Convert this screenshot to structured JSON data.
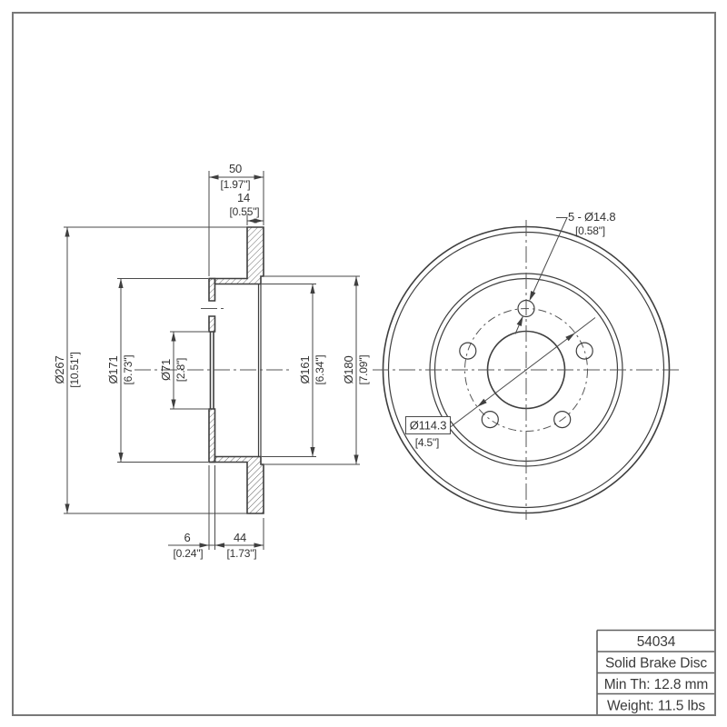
{
  "section_view": {
    "overall_width": {
      "mm": "50",
      "inch": "[1.97\"]"
    },
    "disc_thickness": {
      "mm": "14",
      "inch": "[0.55\"]"
    },
    "outer_diameter": {
      "mm": "Ø267",
      "inch": "[10.51\"]"
    },
    "hat_outer_diameter": {
      "mm": "Ø171",
      "inch": "[6.73\"]"
    },
    "center_bore_diameter": {
      "mm": "Ø71",
      "inch": "[2.8\"]"
    },
    "inner_step_diameter": {
      "mm": "Ø161",
      "inch": "[6.34\"]"
    },
    "friction_inner_diameter": {
      "mm": "Ø180",
      "inch": "[7.09\"]"
    },
    "mounting_face_thickness": {
      "mm": "6",
      "inch": "[0.24\"]"
    },
    "hat_depth": {
      "mm": "44",
      "inch": "[1.73\"]"
    }
  },
  "front_view": {
    "bolt_hole_callout": {
      "mm": "5 - Ø14.8",
      "inch": "[0.58\"]"
    },
    "bolt_circle_diameter": {
      "mm": "Ø114.3",
      "inch": "[4.5\"]"
    }
  },
  "title_block": {
    "part_number": "54034",
    "product_type": "Solid Brake Disc",
    "min_thickness": "Min Th: 12.8 mm",
    "weight": "Weight: 11.5 lbs"
  },
  "colors": {
    "line": "#3e3e3e",
    "dimension": "#4a4a4a",
    "text": "#333333",
    "frame": "#787878",
    "background": "#ffffff"
  }
}
